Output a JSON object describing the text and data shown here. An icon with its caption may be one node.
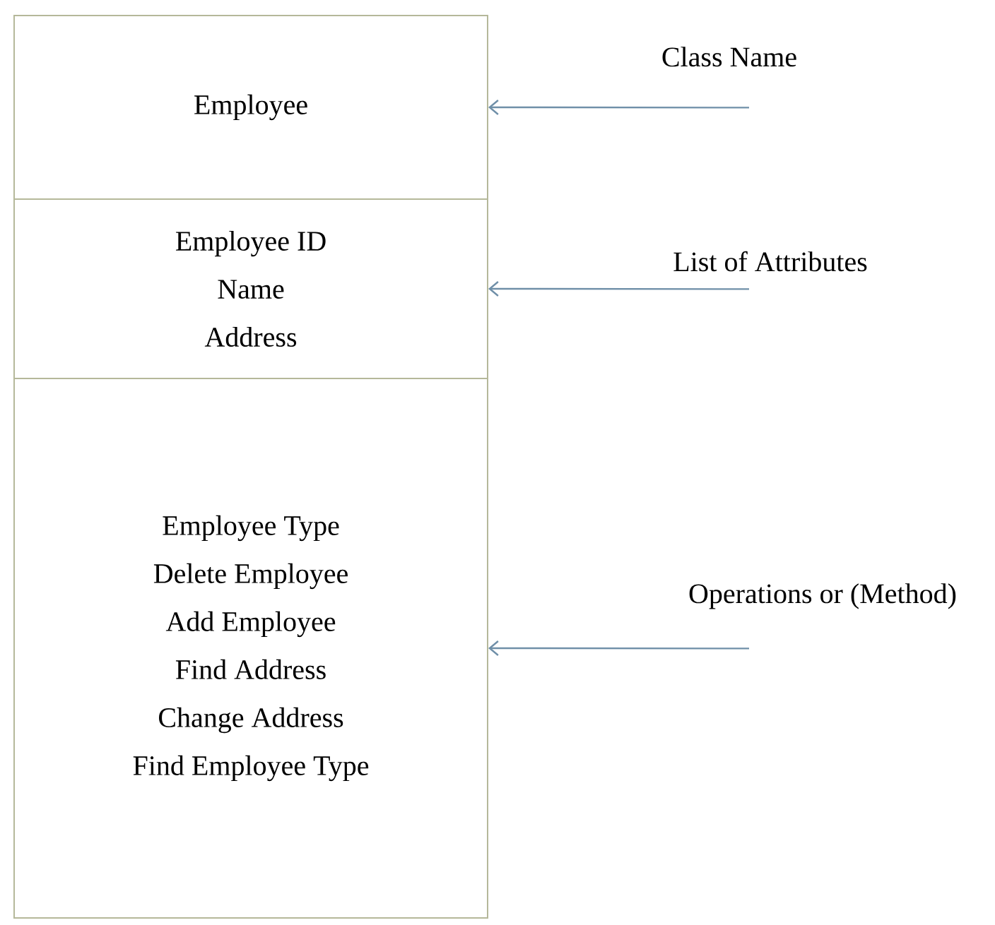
{
  "diagram": {
    "nodes": [
      {
        "text": [
          "Employee"
        ]
      },
      {
        "text": [
          "Employee ID",
          "Name",
          "Address"
        ]
      },
      {
        "text": [
          "Employee Type",
          "Delete Employee",
          "Add Employee",
          "Find Address",
          "Change Address",
          "Find Employee Type"
        ]
      },
      {
        "text": [
          "Class Name"
        ]
      },
      {
        "text": [
          "List of Attributes"
        ]
      },
      {
        "text": [
          "Operations or (Method)"
        ]
      }
    ],
    "edges": [
      {
        "from": 3,
        "to": 0,
        "arrow": "to"
      },
      {
        "from": 4,
        "to": 1,
        "arrow": "to"
      },
      {
        "from": 5,
        "to": 2,
        "arrow": "to"
      }
    ]
  }
}
